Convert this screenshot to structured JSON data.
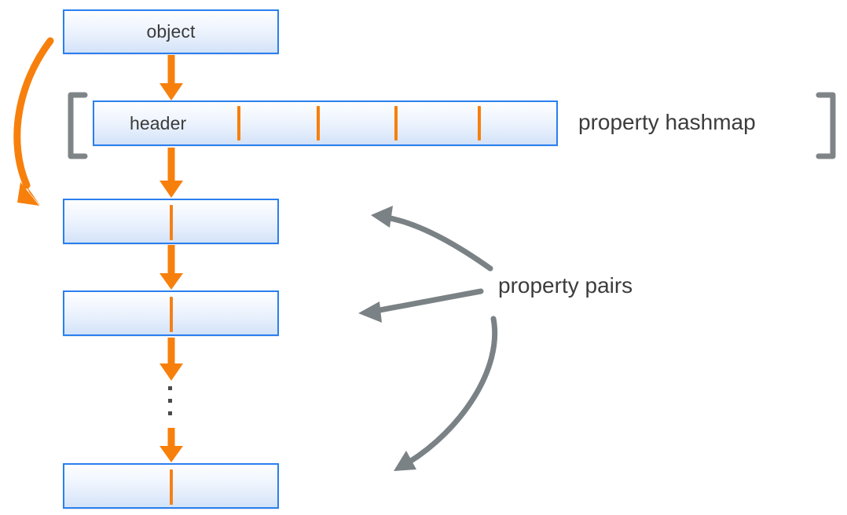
{
  "diagram": {
    "title": "object property hashmap layout",
    "background_color": "#ffffff",
    "colors": {
      "box_border": "#2a7fef",
      "box_fill_top": "#fdfefe",
      "box_fill_bottom": "#d3e2f8",
      "orange_accent": "#f7800c",
      "gray_accent": "#7b8285",
      "bracket_gray": "#7f8487",
      "text": "#3c3c3c"
    }
  },
  "nodes": {
    "object": {
      "label": "object"
    },
    "hashmap_row": {
      "label": "header",
      "tick_count": 4,
      "tick_x": [
        302,
        403,
        502,
        608
      ]
    },
    "property_pairs": [
      {
        "label": ""
      },
      {
        "label": ""
      },
      {
        "label": ""
      }
    ]
  },
  "captions": {
    "hashmap": "property hashmap",
    "pairs": "property pairs"
  },
  "brackets": {
    "left": "[",
    "right": "]"
  },
  "ellipsis": {
    "dot_count": 3,
    "meaning": "vertical-continuation"
  },
  "connectors": {
    "orange_arrows": [
      {
        "name": "object-to-hashmap",
        "from": "object",
        "to": "hashmap_row"
      },
      {
        "name": "hashmap-to-pair-1",
        "from": "hashmap_row",
        "to": "pair-1"
      },
      {
        "name": "pair-1-to-pair-2",
        "from": "pair-1",
        "to": "pair-2"
      },
      {
        "name": "pair-2-to-ellipsis",
        "from": "pair-2",
        "to": "ellipsis"
      },
      {
        "name": "ellipsis-to-pair-3",
        "from": "ellipsis",
        "to": "pair-3"
      }
    ],
    "orange_curve": {
      "name": "object-to-first-pair-curve",
      "from": "object",
      "to": "pair-1"
    },
    "gray_arrows": [
      {
        "name": "pairs-label-to-pair-1",
        "style": "curved-up-left"
      },
      {
        "name": "pairs-label-to-pair-2",
        "style": "straight-left"
      },
      {
        "name": "pairs-label-to-pair-3",
        "style": "curved-down-left"
      }
    ]
  }
}
